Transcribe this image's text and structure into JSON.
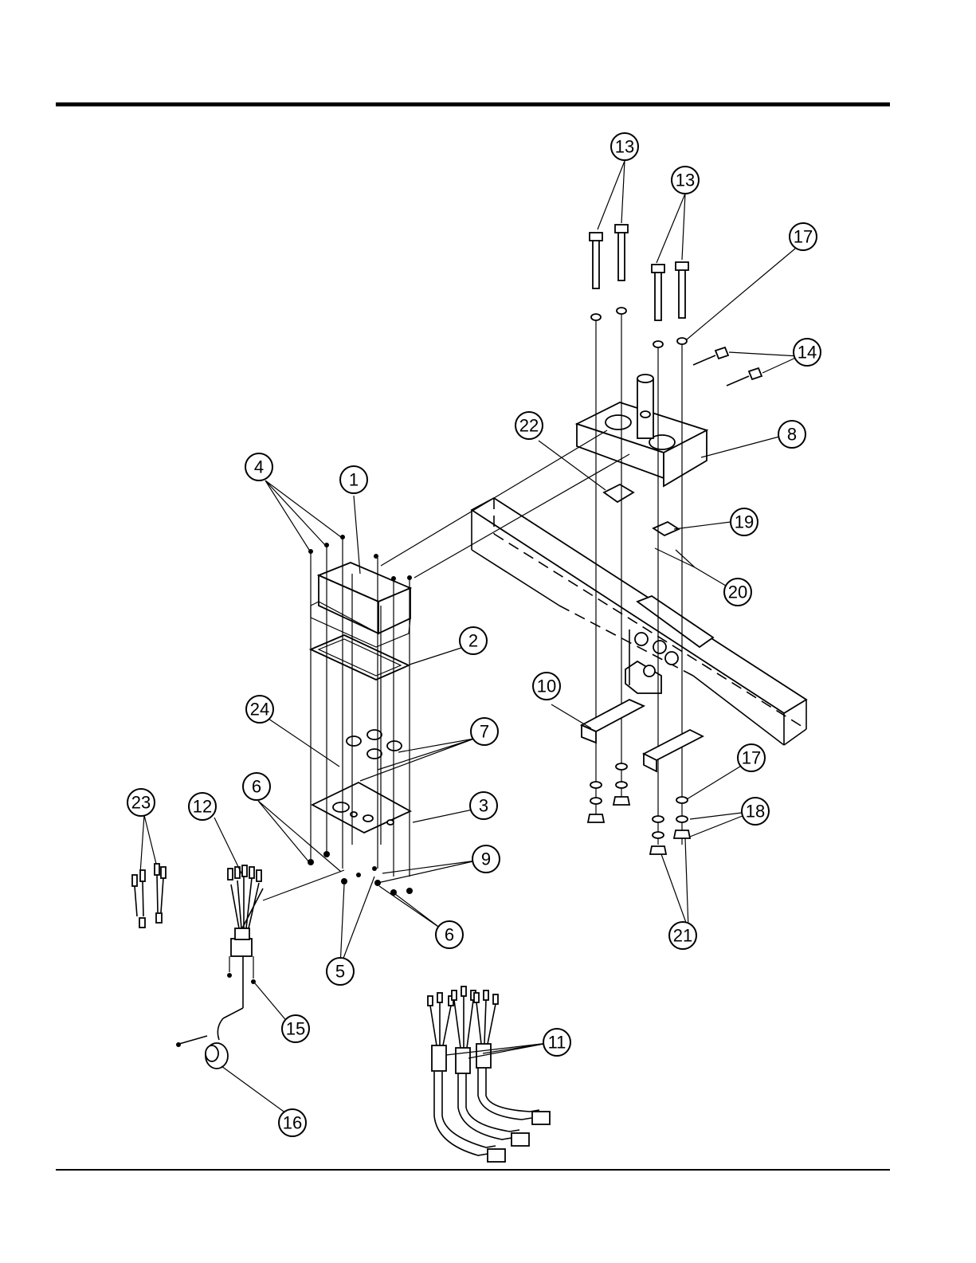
{
  "callouts": {
    "c1": "1",
    "c2": "2",
    "c3": "3",
    "c4": "4",
    "c5": "5",
    "c6a": "6",
    "c6b": "6",
    "c7": "7",
    "c8": "8",
    "c9": "9",
    "c10": "10",
    "c11": "11",
    "c12": "12",
    "c13a": "13",
    "c13b": "13",
    "c14": "14",
    "c15": "15",
    "c16": "16",
    "c17a": "17",
    "c17b": "17",
    "c18": "18",
    "c19": "19",
    "c20": "20",
    "c21": "21",
    "c22": "22",
    "c23": "23",
    "c24": "24"
  }
}
